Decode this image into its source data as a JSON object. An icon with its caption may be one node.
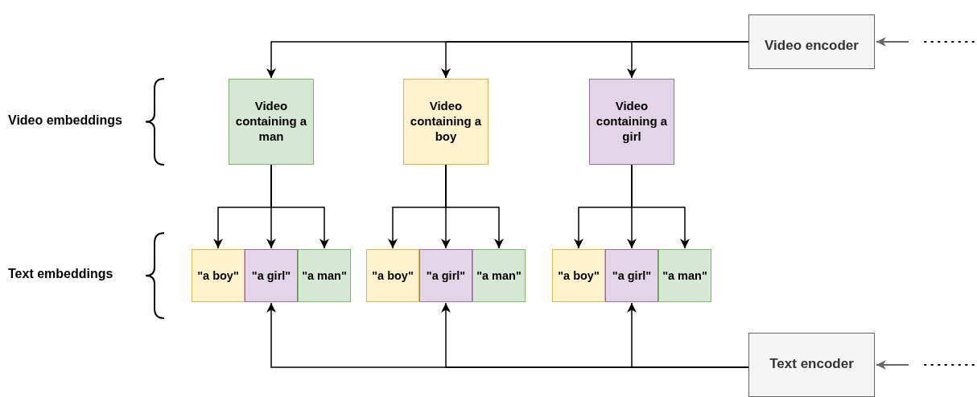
{
  "diagram": {
    "nodes": [
      {
        "text": [
          "Video encoder"
        ]
      },
      {
        "text": [
          "Video containing a man"
        ]
      },
      {
        "text": [
          "Video containing a boy"
        ]
      },
      {
        "text": [
          "Video containing a girl"
        ]
      },
      {
        "text": [
          "\"a boy\""
        ]
      },
      {
        "text": [
          "\"a girl\""
        ]
      },
      {
        "text": [
          "\"a man\""
        ]
      },
      {
        "text": [
          "\"a boy\""
        ]
      },
      {
        "text": [
          "\"a girl\""
        ]
      },
      {
        "text": [
          "\"a man\""
        ]
      },
      {
        "text": [
          "\"a boy\""
        ]
      },
      {
        "text": [
          "\"a girl\""
        ]
      },
      {
        "text": [
          "\"a man\""
        ]
      },
      {
        "text": [
          "Text encoder"
        ]
      }
    ],
    "edges": [
      {
        "from": null,
        "to": 0,
        "arrow": "to",
        "color": "#666666"
      },
      {
        "from": 0,
        "to": 1,
        "arrow": "to"
      },
      {
        "from": 0,
        "to": 2,
        "arrow": "to"
      },
      {
        "from": 0,
        "to": 3,
        "arrow": "to"
      },
      {
        "from": 1,
        "to": 4,
        "arrow": "to"
      },
      {
        "from": 1,
        "to": 5,
        "arrow": "to"
      },
      {
        "from": 1,
        "to": 6,
        "arrow": "to"
      },
      {
        "from": 2,
        "to": 7,
        "arrow": "to"
      },
      {
        "from": 2,
        "to": 8,
        "arrow": "to"
      },
      {
        "from": 2,
        "to": 9,
        "arrow": "to"
      },
      {
        "from": 3,
        "to": 10,
        "arrow": "to"
      },
      {
        "from": 3,
        "to": 11,
        "arrow": "to"
      },
      {
        "from": 3,
        "to": 12,
        "arrow": "to"
      },
      {
        "from": null,
        "to": 13,
        "arrow": "to",
        "color": "#666666"
      },
      {
        "from": 13,
        "to": 5,
        "arrow": "to"
      },
      {
        "from": 13,
        "to": 8,
        "arrow": "to"
      },
      {
        "from": 13,
        "to": 11,
        "arrow": "to"
      }
    ],
    "labels": [
      "Video embeddings",
      "Text embeddings"
    ]
  }
}
